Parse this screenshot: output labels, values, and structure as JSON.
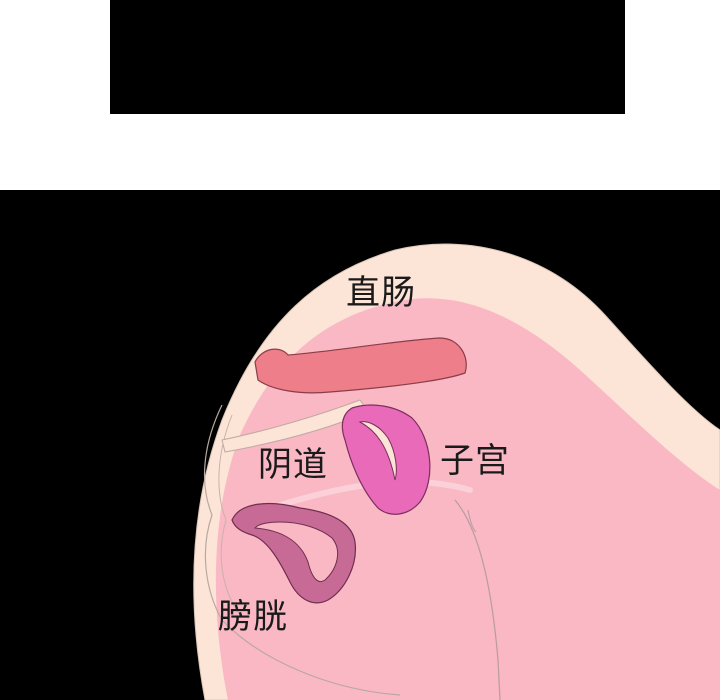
{
  "labels": {
    "rectum": "直肠",
    "vagina": "阴道",
    "uterus": "子宫",
    "bladder": "膀胱"
  },
  "colors": {
    "background": "#000000",
    "skin": "#fce4d6",
    "tissue": "#f9b8c4",
    "rectum": "#ee7e8a",
    "uterus": "#e86ab8",
    "bladder": "#c86a96"
  }
}
